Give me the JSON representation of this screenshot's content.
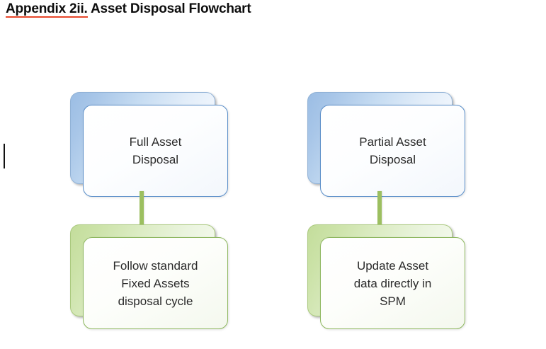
{
  "document": {
    "title_part1": "Appendix 2ii.",
    "title_part2": " Asset Disposal Flowchart",
    "title_full": "Appendix 2ii. Asset Disposal Flowchart"
  },
  "colors": {
    "blue_accent": "#5b8fc9",
    "blue_fill": "#9bbde4",
    "green_accent": "#8fb861",
    "green_fill": "#c3dd9b",
    "connector": "#9cbf60",
    "text": "#2b2b2b",
    "title_text": "#0d0d0d",
    "spellcheck_underline": "#e8462a",
    "page_background": "#ffffff"
  },
  "flowchart": {
    "branches": [
      {
        "id": "full-asset-disposal",
        "top_node": {
          "label": "Full Asset\nDisposal",
          "color": "blue"
        },
        "bottom_node": {
          "label": "Follow standard\nFixed Assets\ndisposal cycle",
          "color": "green"
        },
        "connector": "vertical-link"
      },
      {
        "id": "partial-asset-disposal",
        "top_node": {
          "label": "Partial Asset\nDisposal",
          "color": "blue"
        },
        "bottom_node": {
          "label": "Update Asset\ndata directly in\nSPM",
          "color": "green"
        },
        "connector": "vertical-link"
      }
    ]
  }
}
